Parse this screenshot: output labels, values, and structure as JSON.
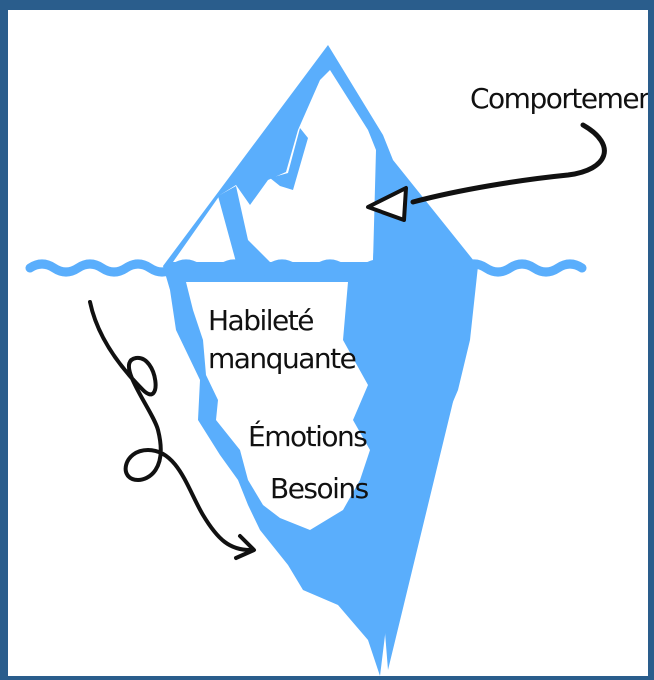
{
  "diagram": {
    "labels": {
      "behavior": "Comportement",
      "missing_skill_line1": "Habileté",
      "missing_skill_line2": "manquante",
      "emotions": "Émotions",
      "needs": "Besoins"
    },
    "colors": {
      "ice_blue": "#5aaefc",
      "water_blue": "#5aaefc",
      "ink": "#111111",
      "frame": "#2a5d8c"
    }
  }
}
